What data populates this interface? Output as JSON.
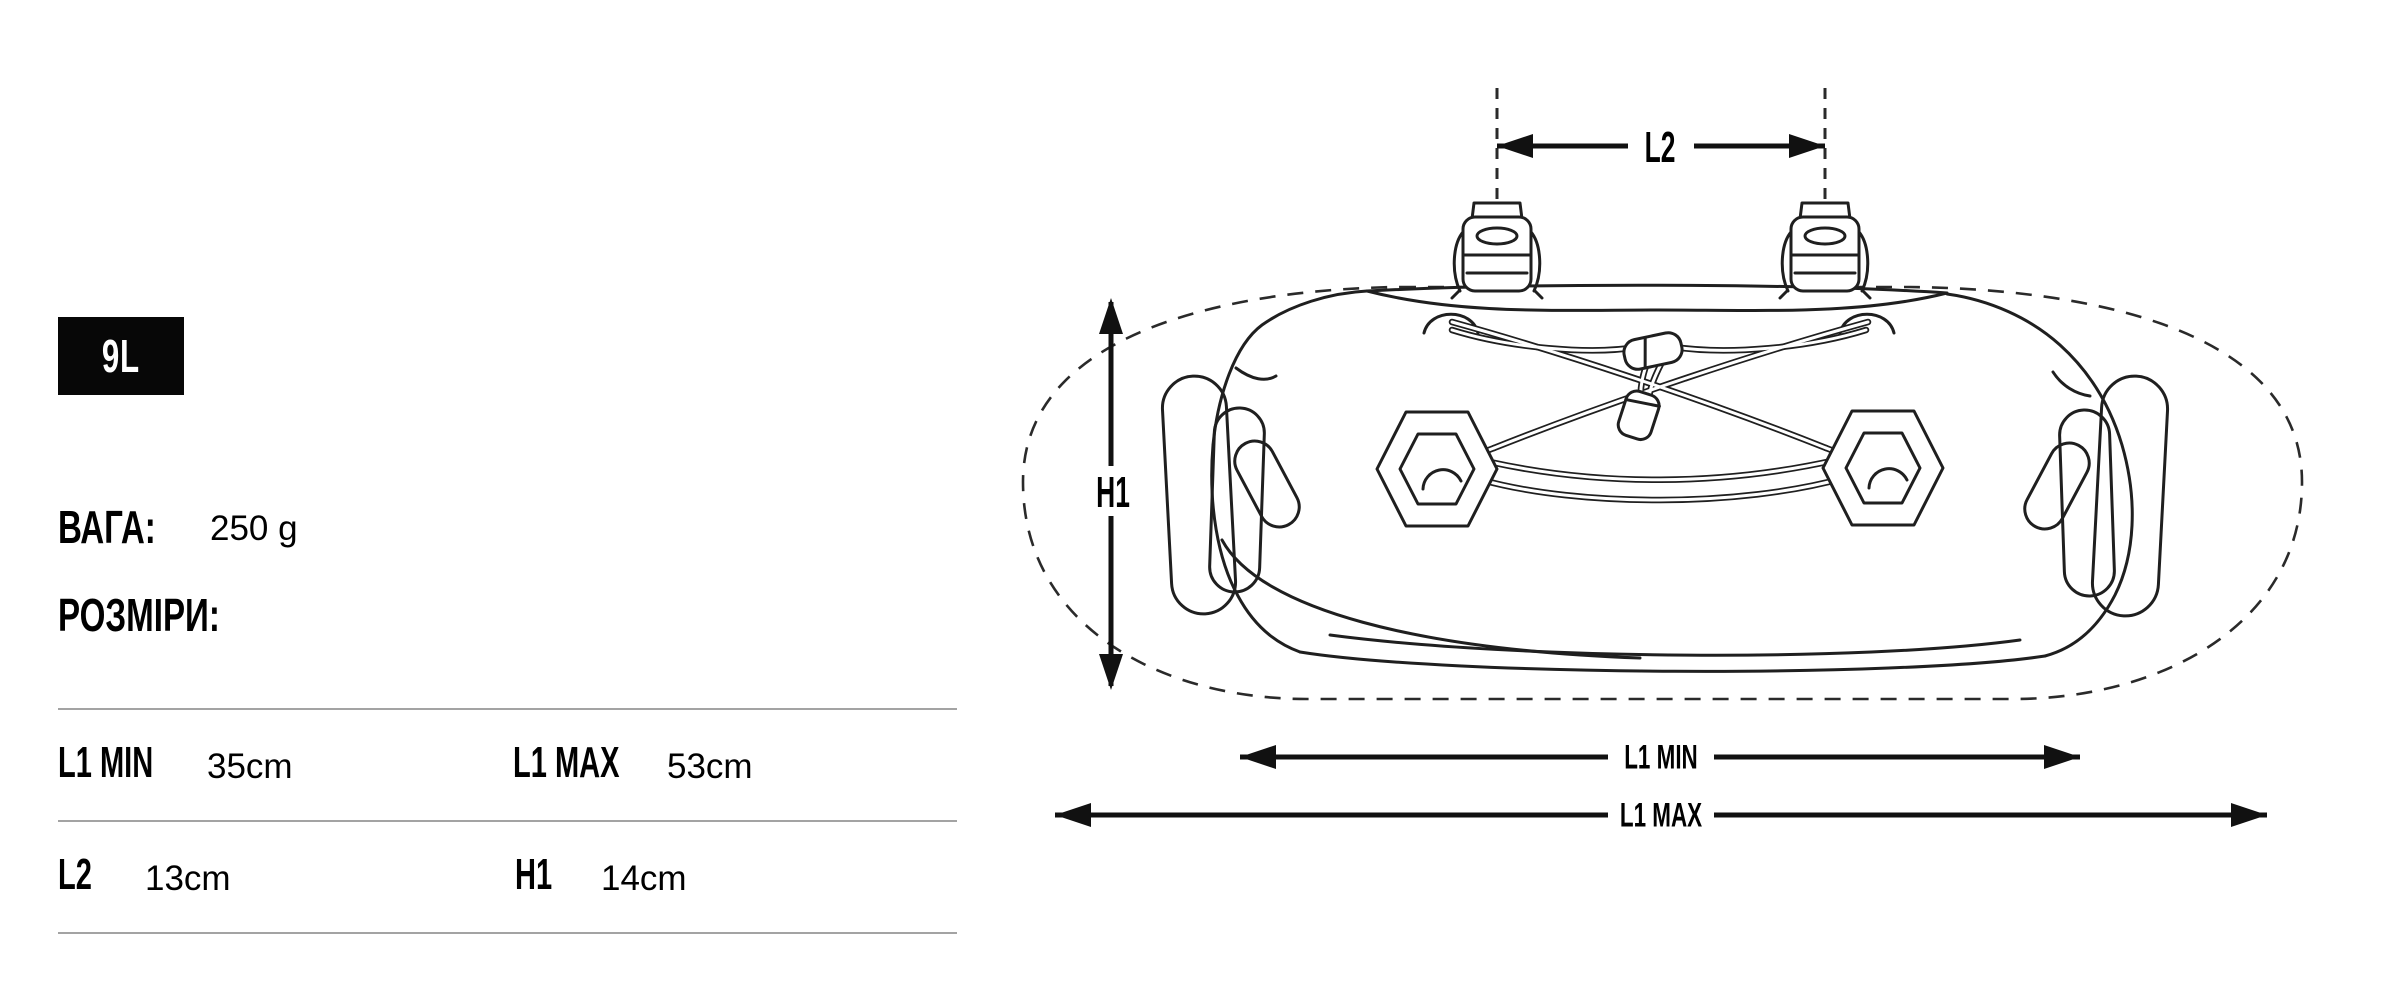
{
  "badge": {
    "volume_label": "9L"
  },
  "specs": {
    "weight": {
      "label": "ВАГА:",
      "value": "250 g"
    },
    "dimensions_heading": "РОЗМІРИ:",
    "table": {
      "rows": [
        {
          "cells": [
            {
              "label": "L1 MIN",
              "value": "35cm"
            },
            {
              "label": "L1 MAX",
              "value": "53cm"
            }
          ]
        },
        {
          "cells": [
            {
              "label": "L2",
              "value": "13cm"
            },
            {
              "label": "H1",
              "value": "14cm"
            }
          ]
        }
      ]
    }
  },
  "diagram": {
    "dimension_labels": {
      "l2": "L2",
      "h1": "H1",
      "l1_min": "L1 MIN",
      "l1_max": "L1 MAX"
    },
    "colors": {
      "line": "#1f1f1f",
      "badge_background": "#070707",
      "rule": "#a3a3a3"
    }
  }
}
